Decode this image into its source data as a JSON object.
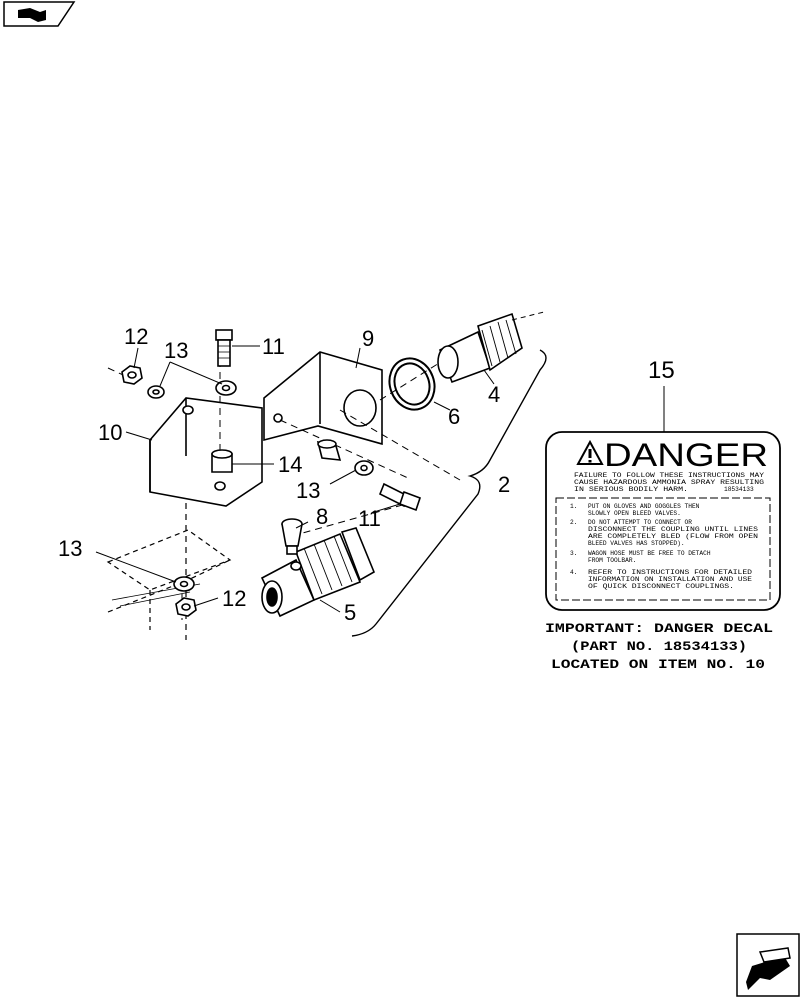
{
  "nav": {
    "top_left_icon": "prev-page-arrow-icon",
    "bottom_right_icon": "next-page-arrow-icon"
  },
  "callouts": {
    "c2": "2",
    "c4": "4",
    "c5": "5",
    "c6": "6",
    "c8": "8",
    "c9": "9",
    "c10": "10",
    "c11a": "11",
    "c11b": "11",
    "c12a": "12",
    "c12b": "12",
    "c13a": "13",
    "c13b": "13",
    "c13c": "13",
    "c14": "14",
    "c15": "15"
  },
  "decal": {
    "heading": "DANGER",
    "warning": [
      "FAILURE TO FOLLOW THESE INSTRUCTIONS MAY",
      "CAUSE HAZARDOUS AMMONIA SPRAY RESULTING",
      "IN SERIOUS BODILY HARM."
    ],
    "part_no": "18534133",
    "items": [
      {
        "num": "1.",
        "lines": [
          "PUT ON GLOVES AND GOGGLES THEN",
          "SLOWLY OPEN BLEED VALVES."
        ]
      },
      {
        "num": "2.",
        "lines": [
          "DO NOT ATTEMPT TO CONNECT OR",
          "DISCONNECT THE COUPLING UNTIL LINES",
          "ARE COMPLETELY BLED (FLOW FROM OPEN",
          "BLEED VALVES HAS STOPPED)."
        ]
      },
      {
        "num": "3.",
        "lines": [
          "WAGON HOSE MUST BE FREE TO DETACH",
          "FROM TOOLBAR."
        ]
      },
      {
        "num": "4.",
        "lines": [
          "REFER TO INSTRUCTIONS FOR DETAILED",
          "INFORMATION ON INSTALLATION AND USE",
          "OF QUICK DISCONNECT COUPLINGS."
        ]
      }
    ]
  },
  "caption": {
    "line1": "IMPORTANT: DANGER DECAL",
    "line2": "(PART NO. 18534133)",
    "line3": "LOCATED ON ITEM NO. 10"
  }
}
